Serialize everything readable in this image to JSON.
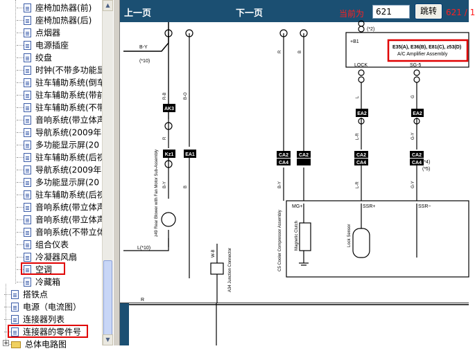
{
  "tree": {
    "items": [
      {
        "label": "座椅加热器(前)"
      },
      {
        "label": "座椅加热器(后)"
      },
      {
        "label": "点烟器"
      },
      {
        "label": "电源插座"
      },
      {
        "label": "绞盘"
      },
      {
        "label": "时钟(不带多功能显"
      },
      {
        "label": "驻车辅助系统(倒车"
      },
      {
        "label": "驻车辅助系统(带前"
      },
      {
        "label": "驻车辅助系统(不带"
      },
      {
        "label": "音响系统(带立体声"
      },
      {
        "label": "导航系统(2009年"
      },
      {
        "label": "多功能显示屏(20"
      },
      {
        "label": "驻车辅助系统(后视"
      },
      {
        "label": "导航系统(2009年"
      },
      {
        "label": "多功能显示屏(20"
      },
      {
        "label": "驻车辅助系统(后视"
      },
      {
        "label": "音响系统(带立体声"
      },
      {
        "label": "音响系统(带立体声"
      },
      {
        "label": "音响系统(不带立体"
      },
      {
        "label": "组合仪表"
      },
      {
        "label": "冷凝器风扇"
      },
      {
        "label": "空调"
      },
      {
        "label": "冷藏箱"
      }
    ],
    "top_items": [
      {
        "label": "搭铁点"
      },
      {
        "label": "电源（电流图）"
      },
      {
        "label": "连接器列表"
      },
      {
        "label": "连接器的零件号"
      },
      {
        "label": "总体电路图"
      }
    ]
  },
  "toolbar": {
    "prev_label": "上一页",
    "next_label": "下一页",
    "current_label": "当前为",
    "page_value": "621",
    "go_label": "跳转",
    "page_count": "621 / 1"
  },
  "diagram": {
    "amp_title": "E35(A), E36(B), E81(C), z53(D)",
    "amp_subtitle": "A/C Amplifier Assembly",
    "amp_lock": "LOCK",
    "amp_sg5": "SG-5",
    "amp_b1": "+B1",
    "blower_label": "z49 Rear Blower with Fan Motor Sub-Assembly",
    "compressor_label": "C5 Cooler Compressor Assembly",
    "mag_clutch": "Magnetic Clutch",
    "lock_sensor": "Lock Sensor",
    "junction_label": "A34 Junction Connector",
    "pins": {
      "mg": "MG+",
      "ssr_pos": "SSR+",
      "ssr_neg": "SSR−"
    },
    "connectors": [
      "AK3",
      "Kz1",
      "EA1",
      "EA2",
      "EA2",
      "CA2",
      "CA4",
      "CA2",
      "CA2",
      "CA4",
      "CA2",
      "CA4"
    ],
    "wire_colors": {
      "by": "B-Y",
      "rb": "R-B",
      "bo": "B-O",
      "b": "B",
      "r": "R",
      "l": "L",
      "lr": "L-R",
      "g": "G",
      "gy": "G-Y",
      "wb": "W-B"
    },
    "notes": [
      "(*10)",
      "(*2)",
      "(*4)",
      "(*5)",
      "L(*10)"
    ]
  },
  "colors": {
    "toolbar_bg": "#1b4f72",
    "highlight": "#e00000",
    "accent_text": "#ff2020"
  }
}
